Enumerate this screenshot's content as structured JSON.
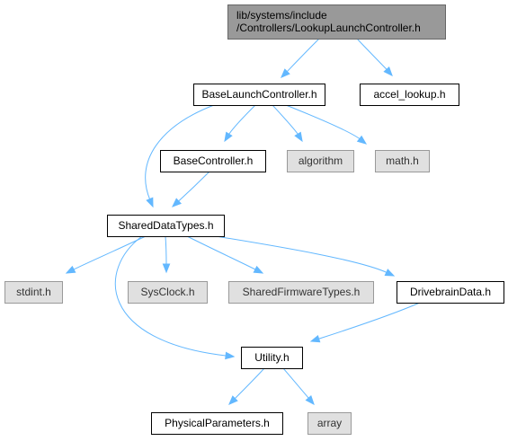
{
  "diagram": {
    "colors": {
      "root_fill": "#999999",
      "node_fill": "#ffffff",
      "node_border": "#000000",
      "system_fill": "#e0e0e0",
      "system_border": "#999999",
      "edge": "#63b8ff"
    },
    "nodes": [
      {
        "id": "root",
        "name": "root-node",
        "kind": "root",
        "label_lines": [
          "lib/systems/include",
          "/Controllers/LookupLaunchController.h"
        ]
      },
      {
        "id": "base_launch",
        "name": "node-baselaunchcontroller",
        "kind": "header",
        "label_lines": [
          "BaseLaunchController.h"
        ]
      },
      {
        "id": "accel_lookup",
        "name": "node-accel-lookup",
        "kind": "header",
        "label_lines": [
          "accel_lookup.h"
        ]
      },
      {
        "id": "base_controller",
        "name": "node-basecontroller",
        "kind": "header",
        "label_lines": [
          "BaseController.h"
        ]
      },
      {
        "id": "algorithm",
        "name": "node-algorithm",
        "kind": "system",
        "label_lines": [
          "algorithm"
        ]
      },
      {
        "id": "math",
        "name": "node-math",
        "kind": "system",
        "label_lines": [
          "math.h"
        ]
      },
      {
        "id": "shared_data_types",
        "name": "node-shareddatatypes",
        "kind": "header",
        "label_lines": [
          "SharedDataTypes.h"
        ]
      },
      {
        "id": "stdint",
        "name": "node-stdint",
        "kind": "system",
        "label_lines": [
          "stdint.h"
        ]
      },
      {
        "id": "sysclock",
        "name": "node-sysclock",
        "kind": "system",
        "label_lines": [
          "SysClock.h"
        ]
      },
      {
        "id": "shared_firmware_types",
        "name": "node-sharedfirmwaretypes",
        "kind": "system",
        "label_lines": [
          "SharedFirmwareTypes.h"
        ]
      },
      {
        "id": "drivebrain_data",
        "name": "node-drivebraindata",
        "kind": "header",
        "label_lines": [
          "DrivebrainData.h"
        ]
      },
      {
        "id": "utility",
        "name": "node-utility",
        "kind": "header",
        "label_lines": [
          "Utility.h"
        ]
      },
      {
        "id": "physical_parameters",
        "name": "node-physicalparameters",
        "kind": "header",
        "label_lines": [
          "PhysicalParameters.h"
        ]
      },
      {
        "id": "array",
        "name": "node-array",
        "kind": "system",
        "label_lines": [
          "array"
        ]
      }
    ],
    "edges": [
      {
        "from": "root",
        "to": "base_launch"
      },
      {
        "from": "root",
        "to": "accel_lookup"
      },
      {
        "from": "base_launch",
        "to": "base_controller"
      },
      {
        "from": "base_launch",
        "to": "algorithm"
      },
      {
        "from": "base_launch",
        "to": "math"
      },
      {
        "from": "base_launch",
        "to": "shared_data_types"
      },
      {
        "from": "base_controller",
        "to": "shared_data_types"
      },
      {
        "from": "shared_data_types",
        "to": "stdint"
      },
      {
        "from": "shared_data_types",
        "to": "sysclock"
      },
      {
        "from": "shared_data_types",
        "to": "shared_firmware_types"
      },
      {
        "from": "shared_data_types",
        "to": "drivebrain_data"
      },
      {
        "from": "shared_data_types",
        "to": "utility"
      },
      {
        "from": "drivebrain_data",
        "to": "utility"
      },
      {
        "from": "utility",
        "to": "physical_parameters"
      },
      {
        "from": "utility",
        "to": "array"
      }
    ]
  }
}
